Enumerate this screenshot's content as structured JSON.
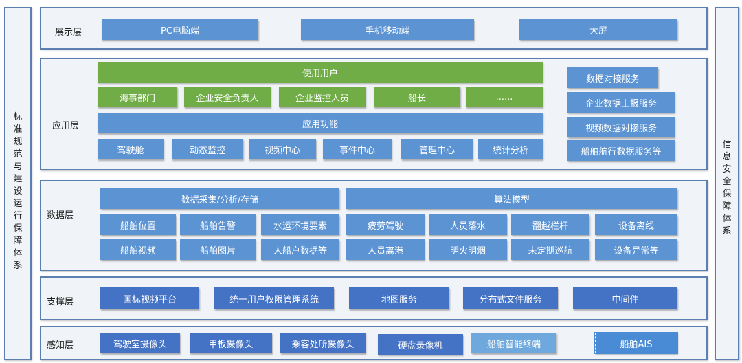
{
  "left_side": {
    "chars": [
      "标",
      "准",
      "规",
      "范",
      "与",
      "建",
      "设",
      "运",
      "行",
      "保",
      "障",
      "体",
      "系"
    ]
  },
  "right_side": {
    "chars": [
      "信",
      "息",
      "安",
      "全",
      "保",
      "障",
      "体",
      "系"
    ]
  },
  "presentation": {
    "label": "展示层",
    "items": [
      "PC电脑端",
      "手机移动端",
      "大屏"
    ]
  },
  "application": {
    "label": "应用层",
    "users_header": "使用用户",
    "users": [
      "海事部门",
      "企业安全负责人",
      "企业监控人员",
      "船长",
      "......"
    ],
    "functions_header": "应用功能",
    "functions": [
      "驾驶舱",
      "动态监控",
      "视频中心",
      "事件中心",
      "管理中心",
      "统计分析"
    ],
    "services": [
      "数据对接服务",
      "企业数据上报服务",
      "视频数据对接服务",
      "船舶航行数据服务等"
    ]
  },
  "data": {
    "label": "数据层",
    "collect_header": "数据采集/分析/存储",
    "collect_items": [
      "船舶位置",
      "船舶告警",
      "水运环境要素",
      "船舶视频",
      "船舶图片",
      "人船户数据等"
    ],
    "algo_header": "算法模型",
    "algo_items": [
      "疲劳驾驶",
      "人员落水",
      "翻越栏杆",
      "设备离线",
      "人员离港",
      "明火明烟",
      "未定期巡航",
      "设备异常等"
    ]
  },
  "support": {
    "label": "支撑层",
    "items": [
      "国标视频平台",
      "统一用户权限管理系统",
      "地图服务",
      "分布式文件服务",
      "中间件"
    ]
  },
  "perception": {
    "label": "感知层",
    "items": [
      "驾驶室摄像头",
      "甲板摄像头",
      "乘客处所摄像头",
      "硬盘录像机",
      "船舶智能终端",
      "船舶AIS"
    ]
  },
  "colors": {
    "panel_border": "#5a7fb0",
    "panel_fill": "#f0f3f7",
    "blue": "#5b93d3",
    "green": "#70ad47",
    "dark_blue": "#4472c4"
  }
}
